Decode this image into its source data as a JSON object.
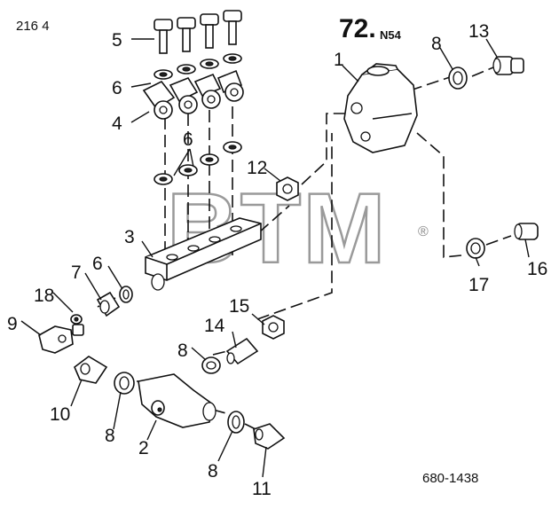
{
  "header": {
    "page_code": "216 4"
  },
  "title": {
    "main": "72.",
    "sub": "N54"
  },
  "reference": "680-1438",
  "watermark": {
    "text": "BTM",
    "mark": "®"
  },
  "callouts": {
    "c1": "1",
    "c2": "2",
    "c3": "3",
    "c4": "4",
    "c5": "5",
    "c6a": "6",
    "c6b": "6",
    "c6c": "6",
    "c7": "7",
    "c8a": "8",
    "c8b": "8",
    "c8c": "8",
    "c8d": "8",
    "c9": "9",
    "c10": "10",
    "c11": "11",
    "c12": "12",
    "c13": "13",
    "c14": "14",
    "c15": "15",
    "c16": "16",
    "c17": "17",
    "c18": "18"
  }
}
